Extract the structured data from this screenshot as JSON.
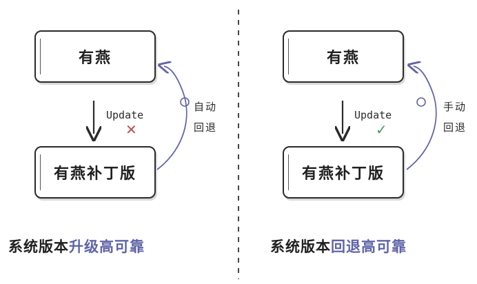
{
  "colors": {
    "ink": "#2a2a2a",
    "highlight": "#5f63a8",
    "cross": "#c0504d",
    "check": "#3aa05a",
    "divider": "#444444"
  },
  "left": {
    "top_box": "有燕",
    "bottom_box": "有燕补丁版",
    "arrow_label": "Update",
    "result_mark": "✕",
    "rollback_label": [
      "自动",
      "回退"
    ],
    "caption_prefix": "系统版本",
    "caption_highlight": "升级高可靠"
  },
  "right": {
    "top_box": "有燕",
    "bottom_box": "有燕补丁版",
    "arrow_label": "Update",
    "result_mark": "✓",
    "rollback_label": [
      "手动",
      "回退"
    ],
    "caption_prefix": "系统版本",
    "caption_highlight": "回退高可靠"
  }
}
